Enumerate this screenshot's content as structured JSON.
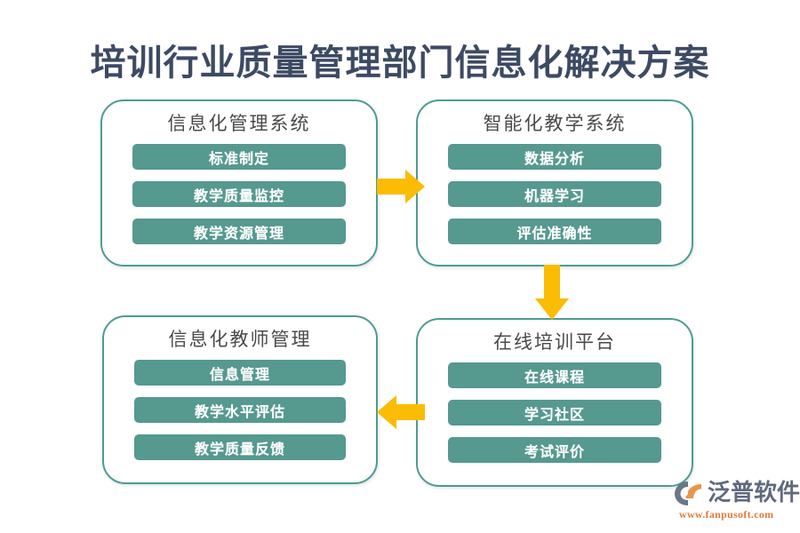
{
  "page": {
    "title": "培训行业质量管理部门信息化解决方案",
    "background_color": "#ffffff",
    "title_color": "#3d4a63"
  },
  "theme": {
    "box_border_color": "#4e9b92",
    "pill_color": "#55998f",
    "pill_text_color": "#ffffff",
    "arrow_color": "#fbbc05",
    "heading_color": "#4a4a4a"
  },
  "diagram": {
    "type": "cycle-flow",
    "nodes": [
      {
        "id": "info-mgmt",
        "heading": "信息化管理系统",
        "items": [
          "标准制定",
          "教学质量监控",
          "教学资源管理"
        ]
      },
      {
        "id": "smart-teach",
        "heading": "智能化教学系统",
        "items": [
          "数据分析",
          "机器学习",
          "评估准确性"
        ]
      },
      {
        "id": "online-plat",
        "heading": "在线培训平台",
        "items": [
          "在线课程",
          "学习社区",
          "考试评价"
        ]
      },
      {
        "id": "teacher-mgmt",
        "heading": "信息化教师管理",
        "items": [
          "信息管理",
          "教学水平评估",
          "教学质量反馈"
        ]
      }
    ],
    "arrows": [
      {
        "id": "arrow-right-1",
        "direction": "right",
        "from": "info-mgmt",
        "to": "smart-teach"
      },
      {
        "id": "arrow-down-1",
        "direction": "down",
        "from": "smart-teach",
        "to": "online-plat"
      },
      {
        "id": "arrow-left-1",
        "direction": "left",
        "from": "online-plat",
        "to": "teacher-mgmt"
      }
    ]
  },
  "branding": {
    "name": "泛普软件",
    "url": "www.fanpusoft.com",
    "name_color": "#5f6a7d",
    "url_color": "#e07b3c"
  }
}
